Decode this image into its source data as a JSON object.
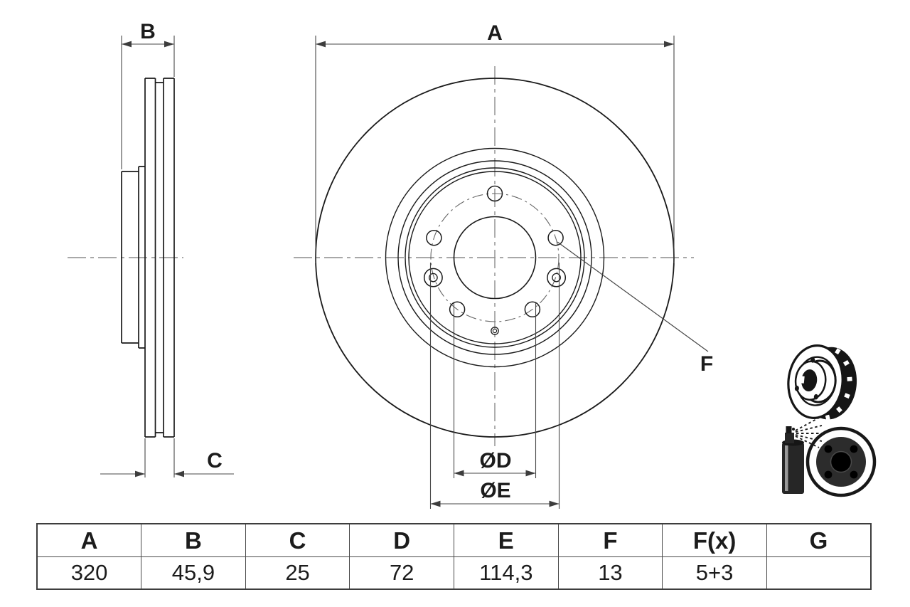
{
  "drawing": {
    "labels": {
      "a": "A",
      "b": "B",
      "c": "C",
      "d": "ØD",
      "e": "ØE",
      "f": "F"
    }
  },
  "spec_table": {
    "headers": [
      "A",
      "B",
      "C",
      "D",
      "E",
      "F",
      "F(x)",
      "G"
    ],
    "values": [
      "320",
      "45,9",
      "25",
      "72",
      "114,3",
      "13",
      "5+3",
      ""
    ]
  },
  "colors": {
    "background": "#ffffff",
    "outline": "#1a1a1a",
    "dimension": "#474747",
    "centerline": "#8c8c8c",
    "table_border": "#3d3d3d",
    "text": "#1c1c1c"
  }
}
